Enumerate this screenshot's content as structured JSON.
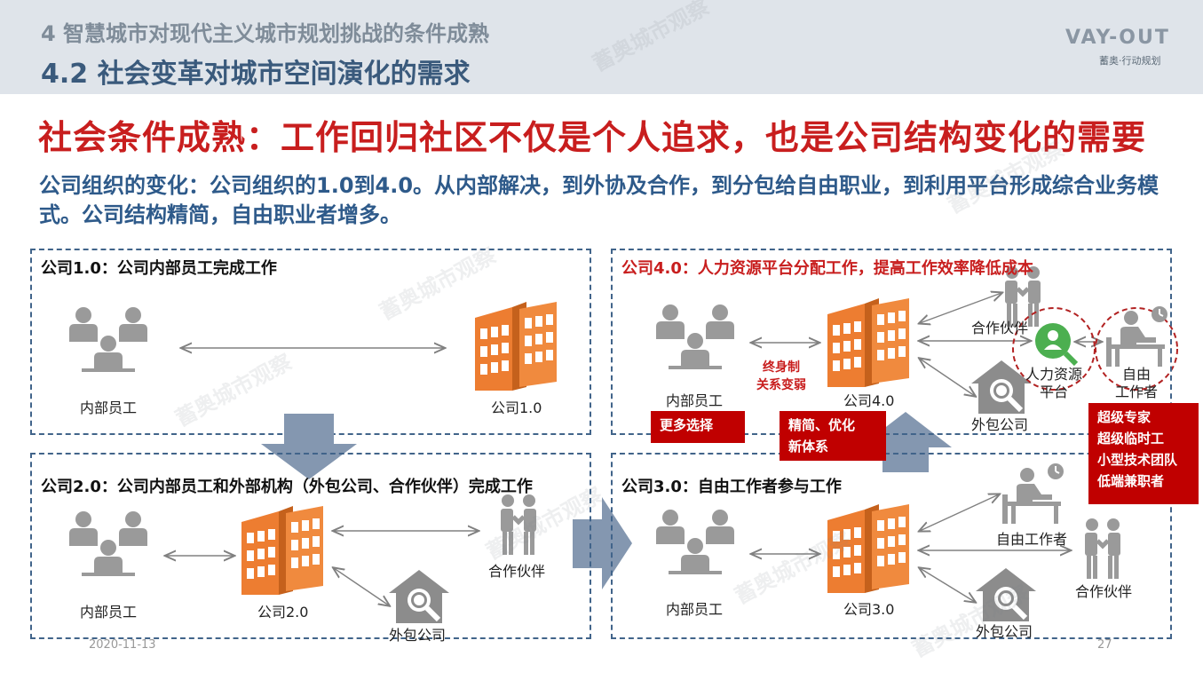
{
  "header": {
    "subtitle": "4 智慧城市对现代主义城市规划挑战的条件成熟",
    "title": "4.2 社会变革对城市空间演化的需求",
    "logo_text": "VAY-OUT",
    "logo_sub": "蓄奥·行动规划"
  },
  "main": {
    "title": "社会条件成熟：工作回归社区不仅是个人追求，也是公司结构变化的需要",
    "description": "公司组织的变化：公司组织的1.0到4.0。从内部解决，到外协及合作，到分包给自由职业，到利用平台形成综合业务模式。公司结构精简，自由职业者增多。"
  },
  "panels": {
    "p1": {
      "title": "公司1.0：公司内部员工完成工作",
      "staff": "内部员工",
      "company": "公司1.0"
    },
    "p2": {
      "title": "公司2.0：公司内部员工和外部机构（外包公司、合作伙伴）完成工作",
      "staff": "内部员工",
      "company": "公司2.0",
      "partner": "合作伙伴",
      "outsource": "外包公司"
    },
    "p3": {
      "title": "公司3.0：自由工作者参与工作",
      "staff": "内部员工",
      "company": "公司3.0",
      "freelancer": "自由工作者",
      "partner": "合作伙伴",
      "outsource": "外包公司"
    },
    "p4": {
      "title": "公司4.0：人力资源平台分配工作，提高工作效率降低成本",
      "staff": "内部员工",
      "company": "公司4.0",
      "partner": "合作伙伴",
      "outsource": "外包公司",
      "platform_line1": "人力资源",
      "platform_line2": "平台",
      "free_line1": "自由",
      "free_line2": "工作者",
      "relation_line1": "终身制",
      "relation_line2": "关系变弱",
      "more_choice": "更多选择",
      "streamline_line1": "精简、优化",
      "streamline_line2": "新体系",
      "types": [
        "超级专家",
        "超级临时工",
        "小型技术团队",
        "低端兼职者"
      ]
    }
  },
  "watermark": "蓄奥城市观察",
  "footer": {
    "date": "2020-11-13",
    "page": "27"
  },
  "colors": {
    "header_bg": "#dfe4ea",
    "title_red": "#c81e1e",
    "desc_blue": "#2e5a8a",
    "building_orange": "#ed7d31",
    "arrow_blue": "#8497b0",
    "platform_green": "#4caf50"
  }
}
